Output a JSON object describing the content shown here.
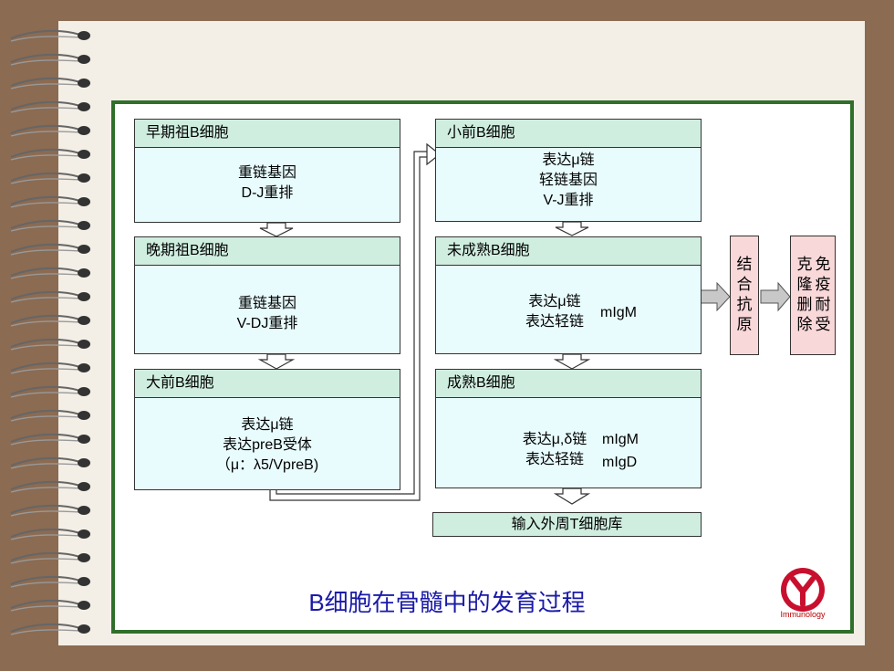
{
  "title": "B细胞在骨髓中的发育过程",
  "logo_label": "Immunology",
  "boxes": {
    "early_pro_b": {
      "header": "早期祖B细胞",
      "line1": "重链基因",
      "line2": "D-J重排"
    },
    "late_pro_b": {
      "header": "晚期祖B细胞",
      "line1": "重链基因",
      "line2": "V-DJ重排"
    },
    "large_pre_b": {
      "header": "大前B细胞",
      "line1": "表达μ链",
      "line2": "表达preB受体",
      "line3": "（μ：λ5/VpreB)"
    },
    "small_pre_b": {
      "header": "小前B细胞",
      "line1": "表达μ链",
      "line2": "轻链基因",
      "line3": "V-J重排"
    },
    "immature_b": {
      "header": "未成熟B细胞",
      "line1": "表达μ链",
      "line2": "表达轻链",
      "side": "mIgM"
    },
    "mature_b": {
      "header": "成熟B细胞",
      "line1": "表达μ,δ链",
      "line2": "表达轻链",
      "side1": "mIgM",
      "side2": "mIgD"
    },
    "output": {
      "label": "输入外周T细胞库"
    }
  },
  "side_boxes": {
    "antigen": {
      "c1": "结",
      "c2": "合",
      "c3": "抗",
      "c4": "原"
    },
    "tolerance": {
      "a1": "克",
      "a2": "隆",
      "a3": "删",
      "a4": "除",
      "b1": "免",
      "b2": "疫",
      "b3": "耐",
      "b4": "受"
    }
  },
  "colors": {
    "frame": "#2f6f2a",
    "box_body": "#e8fbfd",
    "box_header": "#cfeee0",
    "side_box": "#f9d8da",
    "title": "#1a1aa8",
    "logo": "#c8102e"
  }
}
